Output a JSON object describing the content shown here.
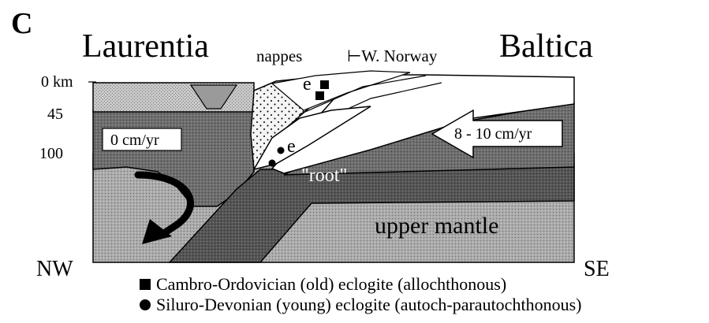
{
  "panel_letter": "C",
  "left_plate": "Laurentia",
  "right_plate": "Baltica",
  "nappes_label": "nappes",
  "norway_label": "⊢W. Norway",
  "depths": {
    "d0": "0 km",
    "d45": "45",
    "d100": "100"
  },
  "left_rate": "0 cm/yr",
  "right_rate": "8 - 10  cm/yr",
  "eclogite_letter_upper": "e",
  "eclogite_letter_lower": "e",
  "root_label": "\"root\"",
  "mantle_label": "upper mantle",
  "dir_left": "NW",
  "dir_right": "SE",
  "legend": {
    "square": "Cambro-Ordovician (old) eclogite (allochthonous)",
    "circle": "Siluro-Devonian (young) eclogite (autoch-parautochthonous)"
  }
}
